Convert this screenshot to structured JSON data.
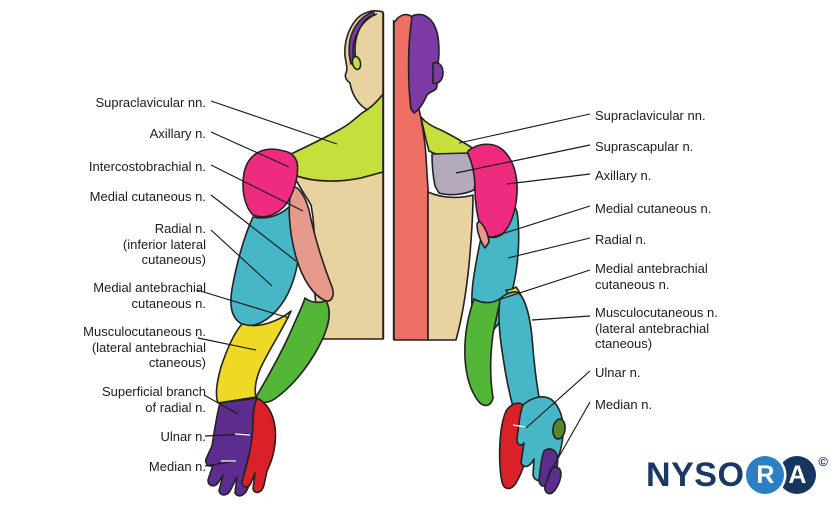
{
  "labels_left": [
    {
      "text": "Supraclavicular nn."
    },
    {
      "text": "Axillary n."
    },
    {
      "text": "Intercostobrachial n."
    },
    {
      "text": "Medial cutaneous n."
    },
    {
      "text": "Radial n.\n(inferior lateral\ncutaneous)"
    },
    {
      "text": "Medial antebrachial\ncutaneous n."
    },
    {
      "text": "Musculocutaneous n.\n(lateral antebrachial\nctaneous)"
    },
    {
      "text": "Superficial branch\nof radial n."
    },
    {
      "text": "Ulnar n."
    },
    {
      "text": "Median n."
    }
  ],
  "labels_right": [
    {
      "text": "Supraclavicular nn."
    },
    {
      "text": "Suprascapular n."
    },
    {
      "text": "Axillary n."
    },
    {
      "text": "Medial cutaneous n."
    },
    {
      "text": "Radial n."
    },
    {
      "text": "Medial antebrachial\ncutaneous n."
    },
    {
      "text": "Musculocutaneous n.\n(lateral antebrachial\nctaneous)"
    },
    {
      "text": "Ulnar n."
    },
    {
      "text": "Median n."
    }
  ],
  "logo": {
    "wordmark_prefix": "NYSO",
    "letter_r": "R",
    "letter_a": "A",
    "copyright": "©"
  },
  "colors": {
    "skin": "#e7d2a0",
    "yellow_green": "#c7df3d",
    "magenta": "#ef2b80",
    "cyan": "#47b6c6",
    "salmon_band": "#ee7065",
    "salmon_arm": "#e79a8b",
    "green": "#54b637",
    "yellow": "#eeda25",
    "purple_hand": "#5c2d8f",
    "purple_head": "#7d3aa4",
    "red": "#da2127",
    "gray": "#b4a9bd",
    "dark_green": "#55882b",
    "navy": "#1b3865",
    "blue": "#2b7fc3"
  }
}
